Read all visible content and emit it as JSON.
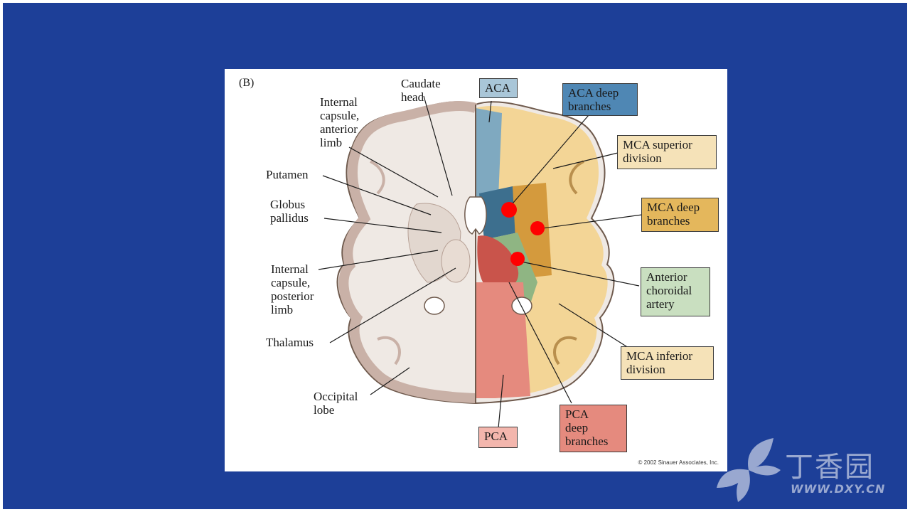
{
  "figure": {
    "panel_letter": "(B)",
    "copyright": "© 2002 Sinauer Associates, Inc.",
    "left_labels": {
      "caudate_head": "Caudate\nhead",
      "internal_capsule_anterior": "Internal\ncapsule,\nanterior\nlimb",
      "putamen": "Putamen",
      "globus_pallidus": "Globus\npallidus",
      "internal_capsule_posterior": "Internal\ncapsule,\nposterior\nlimb",
      "thalamus": "Thalamus",
      "occipital_lobe": "Occipital\nlobe"
    },
    "territory_boxes": {
      "aca": {
        "label": "ACA",
        "color": "#a9c6d8"
      },
      "aca_deep": {
        "label": "ACA deep\nbranches",
        "color": "#4f87b4"
      },
      "mca_superior": {
        "label": "MCA superior\ndivision",
        "color": "#f5e2b8"
      },
      "mca_deep": {
        "label": "MCA deep\nbranches",
        "color": "#e4b75c"
      },
      "anterior_choroidal": {
        "label": "Anterior\nchoroidal\nartery",
        "color": "#c9dfc0"
      },
      "mca_inferior": {
        "label": "MCA inferior\ndivision",
        "color": "#f5e2b8"
      },
      "pca_deep": {
        "label": "PCA\ndeep\nbranches",
        "color": "#e58a7e"
      },
      "pca": {
        "label": "PCA",
        "color": "#f3b6ad"
      }
    },
    "markers_color": "#ff0000"
  },
  "watermark": {
    "cn": "丁香园",
    "en": "WWW.DXY.CN"
  }
}
